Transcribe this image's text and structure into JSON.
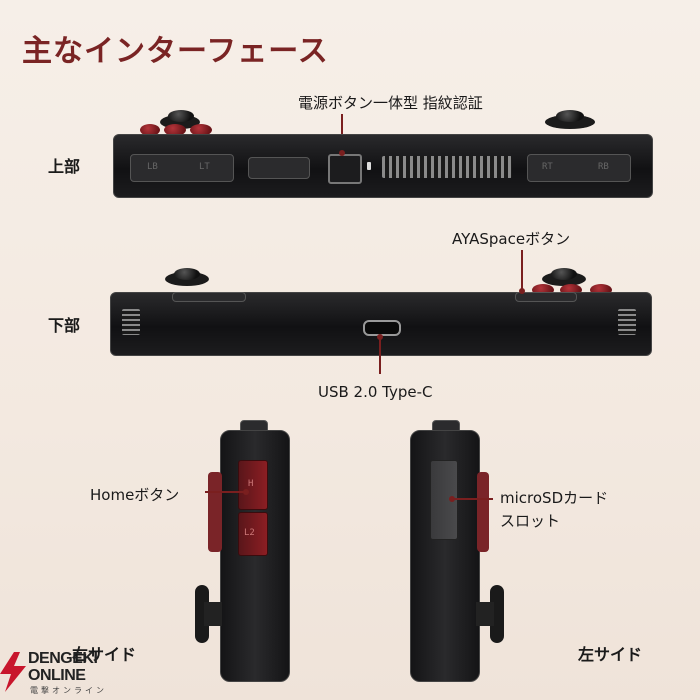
{
  "title": "主なインターフェース",
  "sections": {
    "top": "上部",
    "bottom": "下部",
    "right_side": "右サイド",
    "left_side": "左サイド"
  },
  "callouts": {
    "power_button": "電源ボタン一体型 指紋認証",
    "ayaspace_button": "AYASpaceボタン",
    "usb": "USB 2.0 Type-C",
    "home_button": "Homeボタン",
    "microsd_line1": "microSDカード",
    "microsd_line2": "スロット"
  },
  "shoulder_marks": {
    "lb": "LB",
    "lt": "LT",
    "rb": "RB",
    "rt": "RT",
    "h": "H",
    "l2": "L2"
  },
  "watermark": {
    "brand_line1": "DENGEKI",
    "brand_line2": "ONLINE",
    "brand_sub": "電撃オンライン"
  },
  "colors": {
    "accent": "#7a2424",
    "device": "#111113",
    "button_red": "#8c1e23"
  }
}
